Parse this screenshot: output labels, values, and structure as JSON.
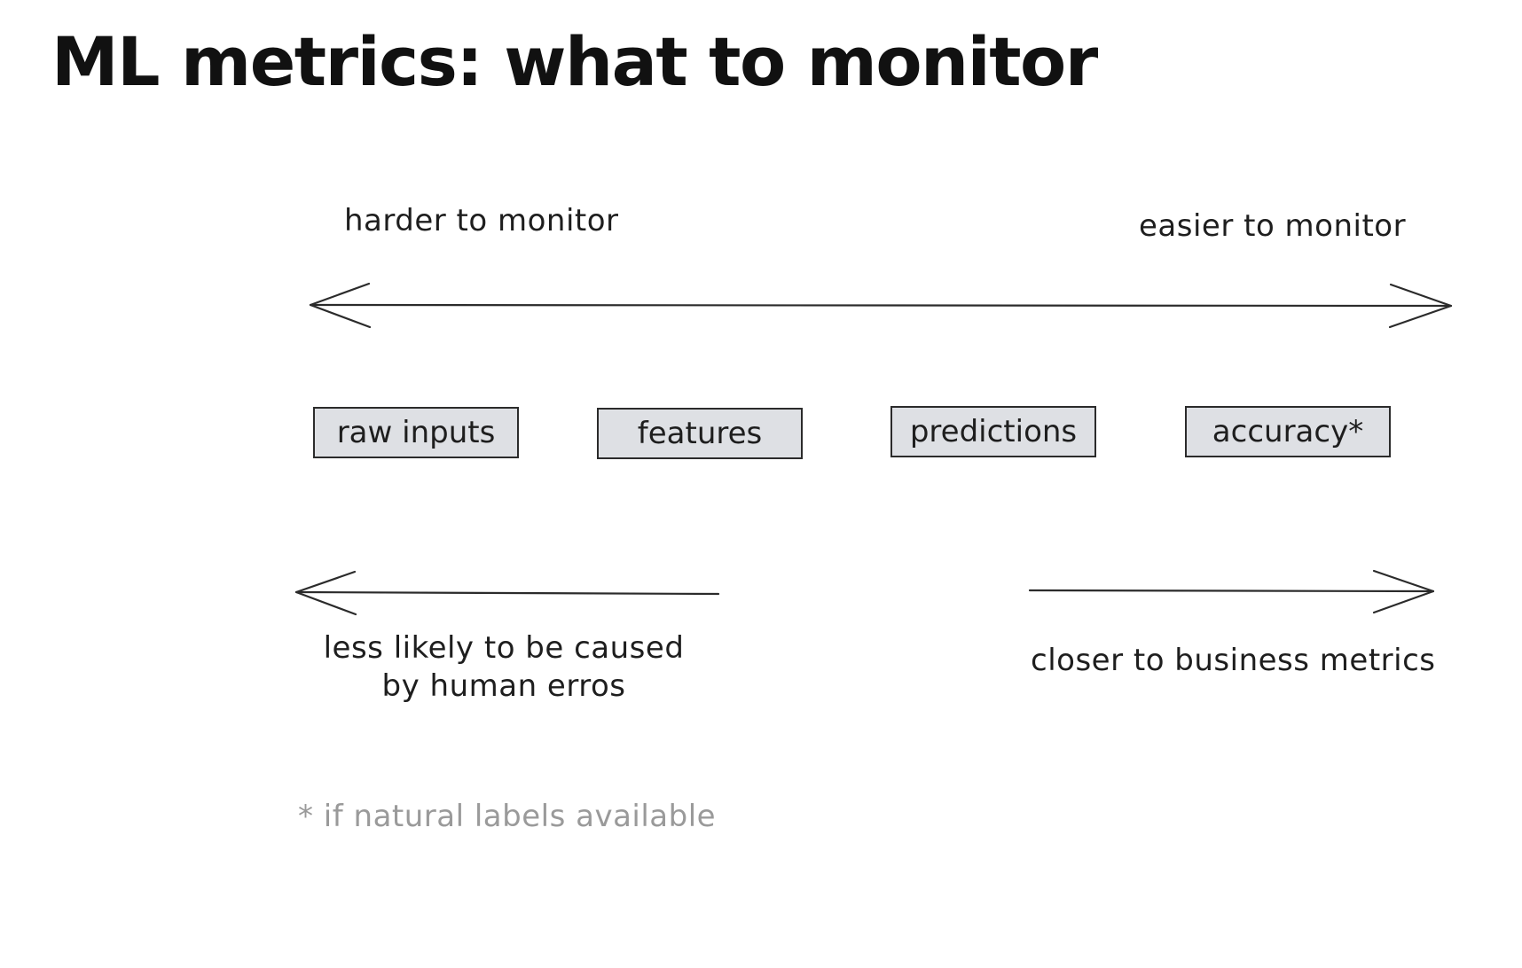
{
  "title": "ML metrics: what to monitor",
  "axis": {
    "left_label": "harder to monitor",
    "right_label": "easier to monitor"
  },
  "metrics": [
    {
      "label": "raw inputs"
    },
    {
      "label": "features"
    },
    {
      "label": "predictions"
    },
    {
      "label": "accuracy*"
    }
  ],
  "left_note": "less likely to be caused by human erros",
  "right_note": "closer to business metrics",
  "footnote": "* if natural labels available",
  "colors": {
    "box_fill": "#dee0e4",
    "stroke": "#2b2b2b",
    "footnote_text": "#9a9a9a"
  }
}
